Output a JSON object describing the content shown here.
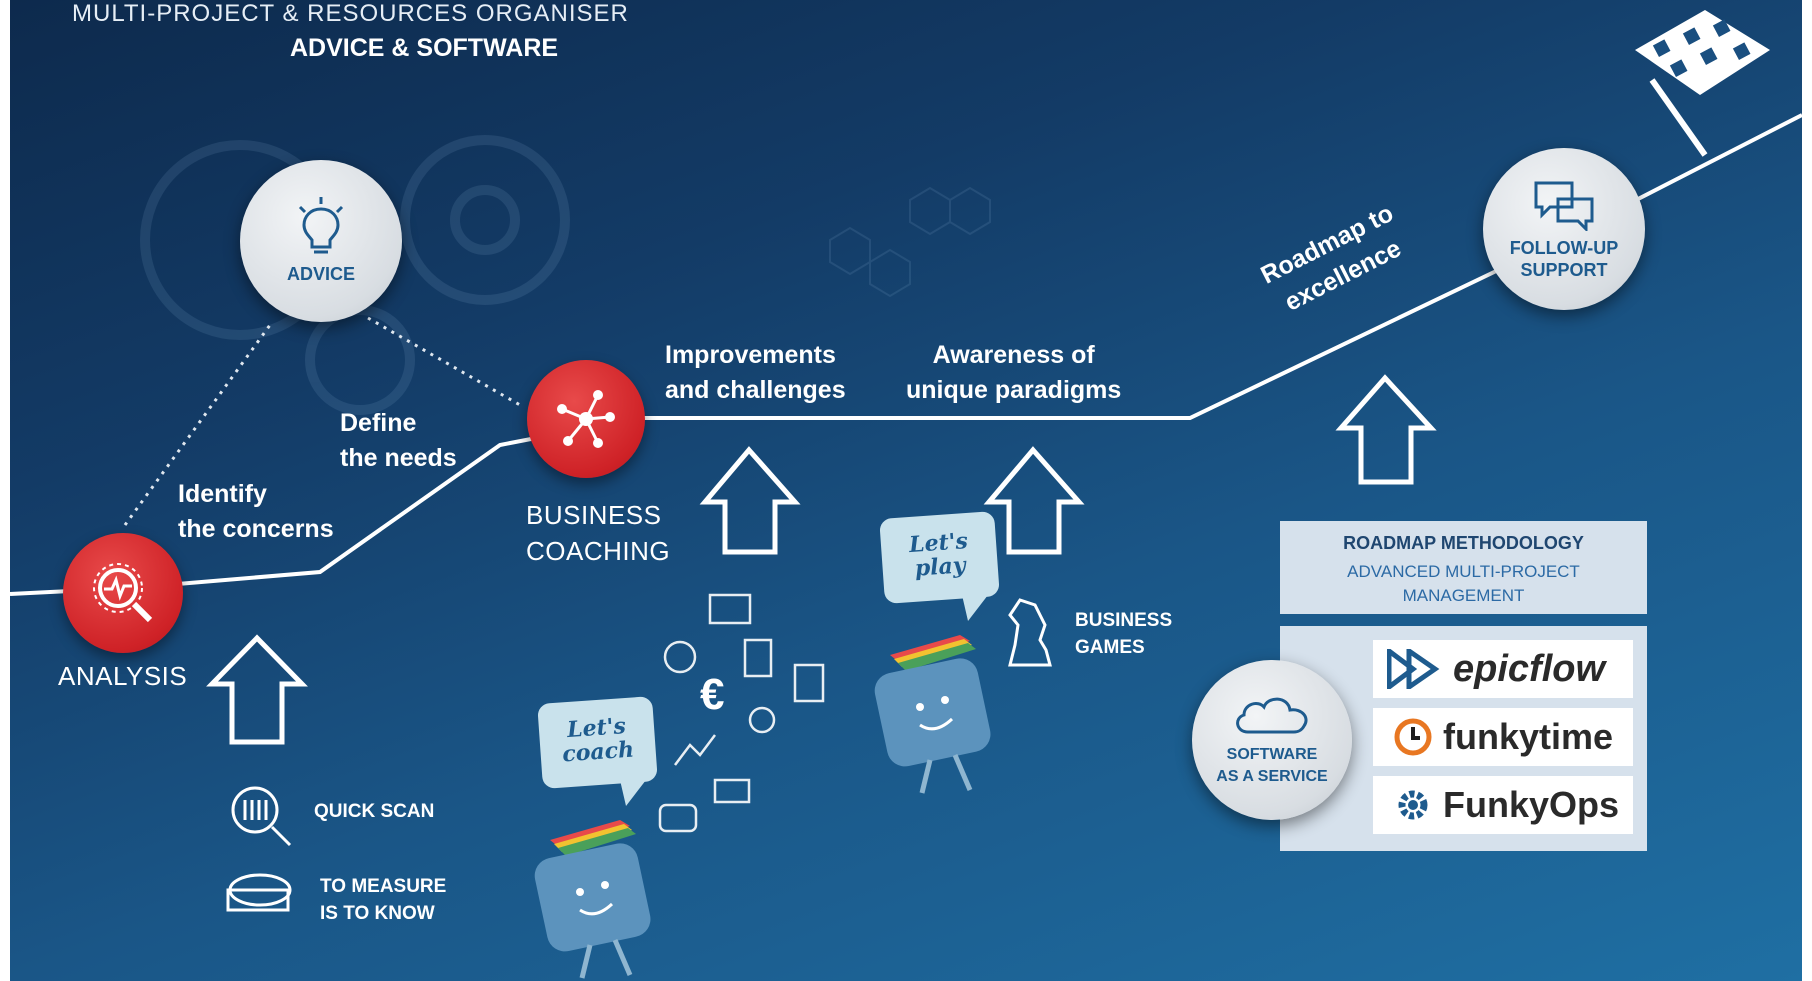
{
  "header": {
    "brand_title": "MULTI-PROJECT & RESOURCES ORGANISER",
    "brand_subtitle": "ADVICE & SOFTWARE"
  },
  "milestones": {
    "advice": "ADVICE",
    "analysis": "ANALYSIS",
    "business_coaching_line1": "BUSINESS",
    "business_coaching_line2": "COACHING",
    "follow_up_line1": "FOLLOW-UP",
    "follow_up_line2": "SUPPORT",
    "saas_line1": "SOFTWARE",
    "saas_line2": "AS A SERVICE"
  },
  "path_labels": {
    "identify_line1": "Identify",
    "identify_line2": "the concerns",
    "define_line1": "Define",
    "define_line2": "the needs",
    "improvements_line1": "Improvements",
    "improvements_line2": "and challenges",
    "awareness_line1": "Awareness of",
    "awareness_line2": "unique paradigms",
    "roadmap_line1": "Roadmap to",
    "roadmap_line2": "excellence"
  },
  "tools": {
    "quick_scan": "QUICK SCAN",
    "measure_line1": "TO MEASURE",
    "measure_line2": "IS TO KNOW",
    "business_games_line1": "BUSINESS",
    "business_games_line2": "GAMES"
  },
  "bubbles": {
    "coach_line1": "Let's",
    "coach_line2": "coach",
    "play_line1": "Let's",
    "play_line2": "play",
    "euro": "€"
  },
  "roadmap_panel": {
    "title": "ROADMAP METHODOLOGY",
    "subtitle_line1": "ADVANCED MULTI-PROJECT",
    "subtitle_line2": "MANAGEMENT"
  },
  "products": [
    {
      "name": "epicflow",
      "icon": "double-play-icon"
    },
    {
      "name": "funkytime",
      "icon": "clock-icon"
    },
    {
      "name": "FunkyOps",
      "icon": "gear-icon"
    }
  ],
  "colors": {
    "accent_red": "#cf2227",
    "panel_bg": "#d6e1ec",
    "circle_text": "#1e5b8e"
  }
}
